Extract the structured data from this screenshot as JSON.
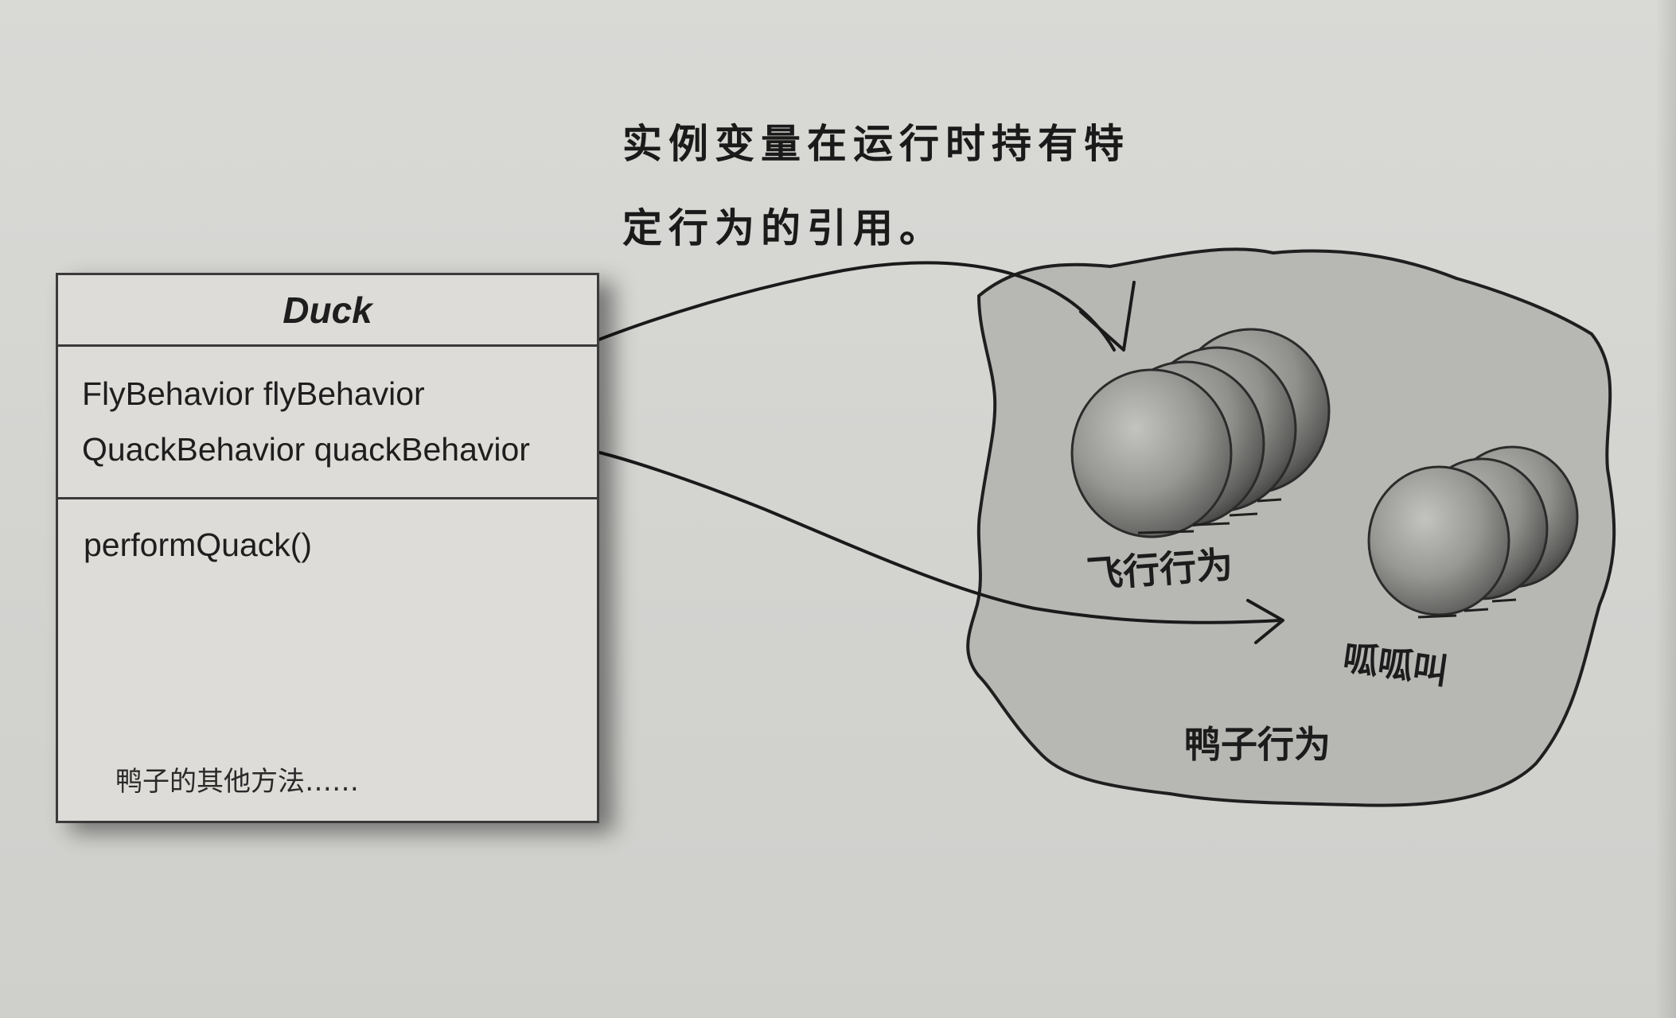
{
  "annotation": {
    "line1": "实例变量在运行时持有特",
    "line2": "定行为的引用。"
  },
  "class_box": {
    "name": "Duck",
    "fields": [
      "FlyBehavior  flyBehavior",
      "QuackBehavior  quackBehavior"
    ],
    "methods": [
      "performQuack()"
    ],
    "other_methods_note": "鸭子的其他方法……"
  },
  "behaviors": {
    "fly_label": "飞行行为",
    "quack_label": "呱呱叫",
    "group_label": "鸭子行为"
  },
  "colors": {
    "background": "#d6d6d3",
    "cloud_fill": "#b9b9b6",
    "ink": "#1e1e1e"
  }
}
